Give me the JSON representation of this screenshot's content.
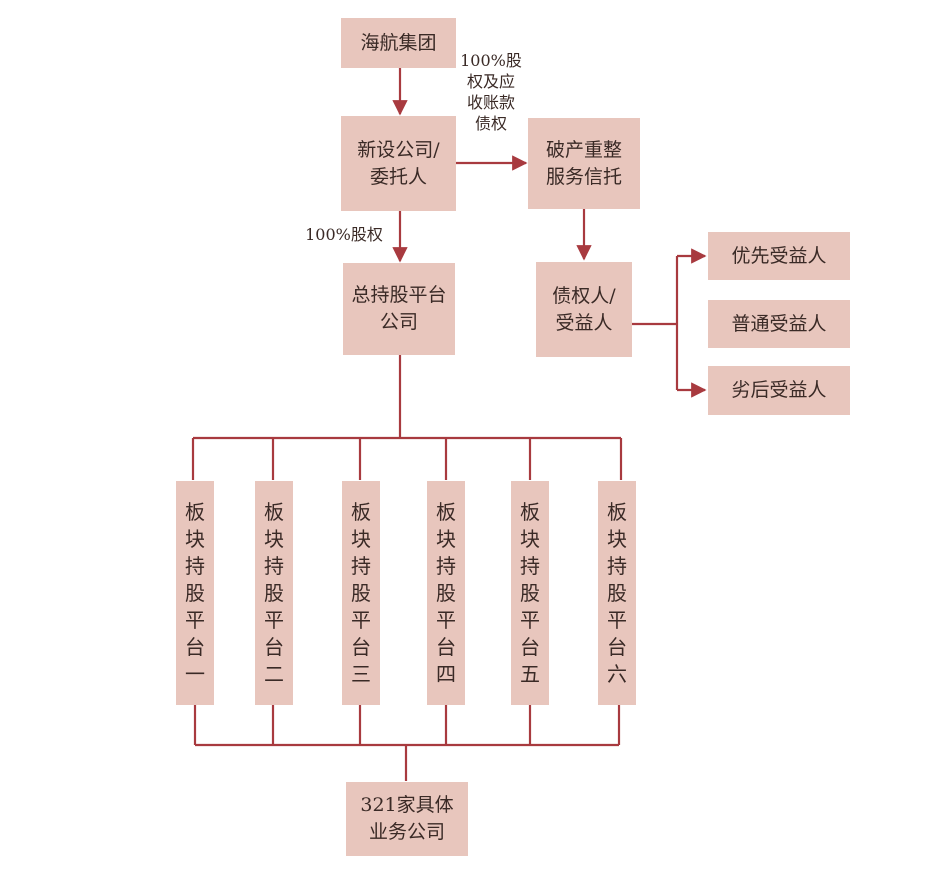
{
  "nodes": {
    "haihang": "海航集团",
    "newco": "新设公司/\n委托人",
    "trust": "破产重整\n服务信托",
    "holding": "总持股平台\n公司",
    "creditor": "债权人/\n受益人",
    "priority": "优先受益人",
    "ordinary": "普通受益人",
    "subordinate": "劣后受益人",
    "platforms": [
      "板块持股平台一",
      "板块持股平台二",
      "板块持股平台三",
      "板块持股平台四",
      "板块持股平台五",
      "板块持股平台六"
    ],
    "business": "321家具体\n业务公司"
  },
  "edge_labels": {
    "equity_receivables": "100%股\n权及应\n收账款\n债权",
    "equity_100": "100%股权"
  },
  "colors": {
    "box_fill": "#e8c6bd",
    "line": "#a83a3f"
  }
}
